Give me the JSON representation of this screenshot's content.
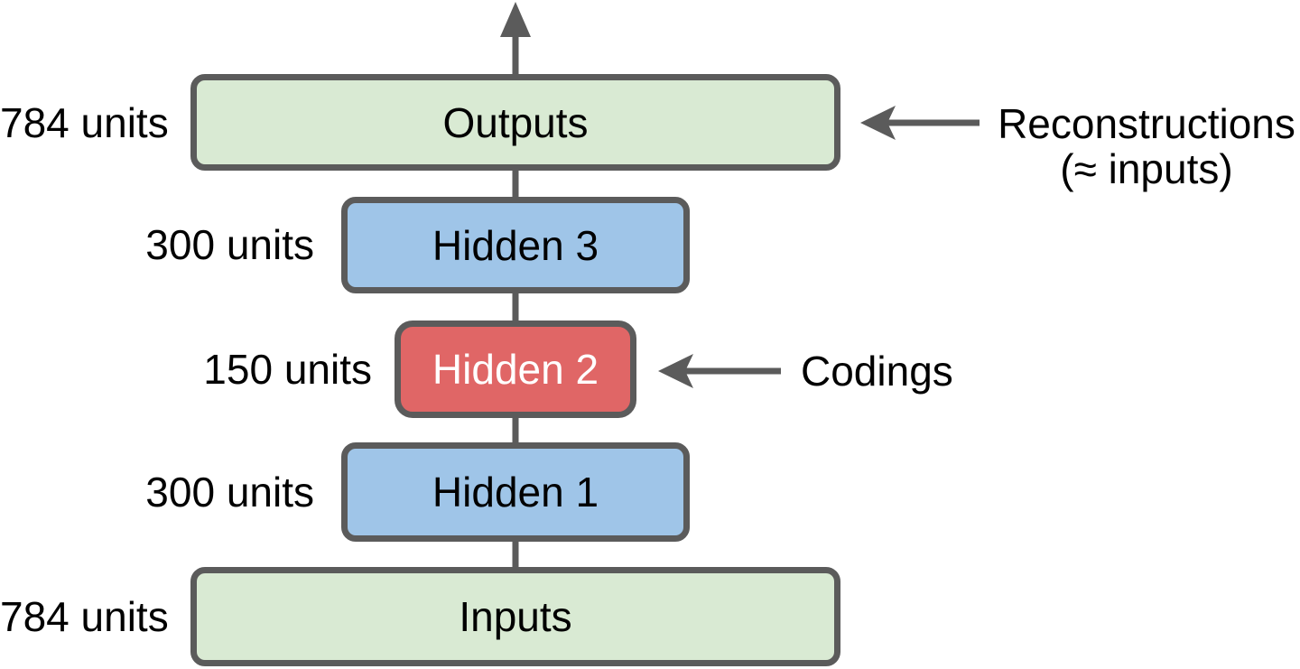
{
  "diagram": {
    "type": "neural-network-autoencoder-architecture",
    "layers": [
      {
        "id": "outputs",
        "label": "Outputs",
        "units": "784 units",
        "fill_key": "green"
      },
      {
        "id": "hidden3",
        "label": "Hidden 3",
        "units": "300 units",
        "fill_key": "blue"
      },
      {
        "id": "hidden2",
        "label": "Hidden 2",
        "units": "150 units",
        "fill_key": "red"
      },
      {
        "id": "hidden1",
        "label": "Hidden 1",
        "units": "300 units",
        "fill_key": "blue"
      },
      {
        "id": "inputs",
        "label": "Inputs",
        "units": "784 units",
        "fill_key": "green"
      }
    ],
    "annotations": {
      "reconstructions": {
        "line1": "Reconstructions",
        "line2": "(≈ inputs)",
        "points_to": "Outputs"
      },
      "codings": {
        "label": "Codings",
        "points_to": "Hidden 2"
      }
    },
    "colors": {
      "green": "#d9ead3",
      "blue": "#9fc5e8",
      "red": "#e06666",
      "stroke": "#5b5b5b",
      "text": "#000000",
      "coding_text": "#ffffff",
      "background": "#ffffff"
    }
  }
}
